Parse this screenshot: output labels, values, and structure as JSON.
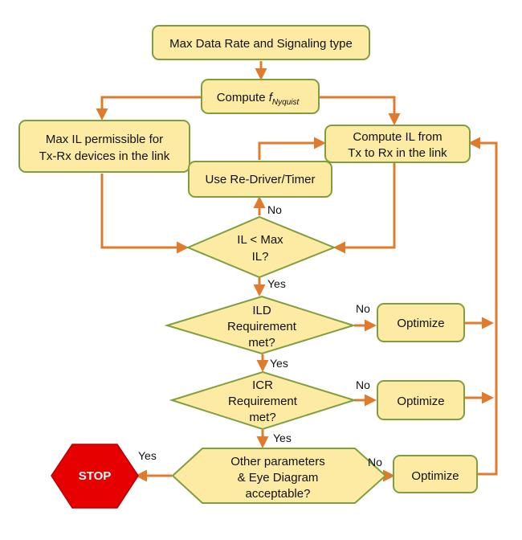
{
  "colors": {
    "node_fill": "#fdeaa3",
    "node_border": "#7f9f3e",
    "arrow": "#e07b2d",
    "stop_fill": "#e60000",
    "stop_text": "#ffffff"
  },
  "nodes": {
    "start": {
      "label": "Max Data Rate and Signaling type"
    },
    "compute_nyquist": {
      "label": "Compute ",
      "symbol": "f",
      "subscript": "Nyquist"
    },
    "max_il": {
      "line1": "Max IL permissible for",
      "line2": "Tx-Rx devices in the link"
    },
    "compute_il": {
      "line1": "Compute  IL  from",
      "line2": "Tx to Rx in the link"
    },
    "redriver": {
      "label": "Use Re-Driver/Timer"
    },
    "il_decision": {
      "line1": "IL < Max",
      "line2": "IL?"
    },
    "ild_decision": {
      "line1": "ILD",
      "line2": "Requirement",
      "line3": "met?"
    },
    "icr_decision": {
      "line1": "ICR",
      "line2": "Requirement",
      "line3": "met?"
    },
    "other_decision": {
      "line1": "Other parameters",
      "line2": "& Eye Diagram",
      "line3": "acceptable?"
    },
    "optimize1": {
      "label": "Optimize"
    },
    "optimize2": {
      "label": "Optimize"
    },
    "optimize3": {
      "label": "Optimize"
    },
    "stop": {
      "label": "STOP"
    }
  },
  "edge_labels": {
    "il_no": "No",
    "il_yes": "Yes",
    "ild_no": "No",
    "ild_yes": "Yes",
    "icr_no": "No",
    "icr_yes": "Yes",
    "other_no": "No",
    "other_yes": "Yes"
  }
}
